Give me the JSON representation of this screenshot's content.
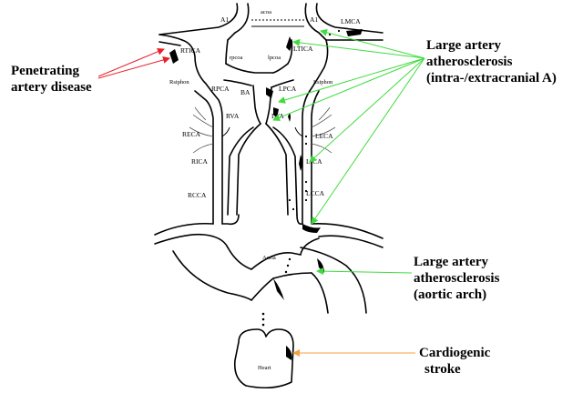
{
  "vessel_labels": {
    "acoa": "acoa",
    "a1_left": "A1",
    "a1_right": "A1",
    "lmca": "LMCA",
    "rtica": "RTICA",
    "ltica": "LTICA",
    "rpcoa": "rpcoa",
    "lpcoa": "lpcoa",
    "rsiphon": "Rsiphon",
    "lsiphon": "Lsiphon",
    "rpca": "RPCA",
    "lpca": "LPCA",
    "ba": "BA",
    "rva": "RVA",
    "lva": "LVA",
    "reca": "RECA",
    "leca": "LECA",
    "rica": "RICA",
    "lica": "LICA",
    "rcca": "RCCA",
    "lcca": "LCCA",
    "aorta": "Aorta",
    "heart": "Heart"
  },
  "annotations": {
    "penetrating": [
      "Penetrating",
      "artery disease"
    ],
    "large_intra": [
      "Large artery",
      "atherosclerosis",
      "(intra-/extracranial A)"
    ],
    "large_aortic": [
      "Large artery",
      "atherosclerosis",
      "(aortic arch)"
    ],
    "cardiogenic": [
      "Cardiogenic",
      "stroke"
    ]
  },
  "colors": {
    "penetrating_arrow": "#e8202a",
    "large_artery_arrow": "#3fdc3f",
    "cardiogenic_arrow": "#f5a142"
  }
}
